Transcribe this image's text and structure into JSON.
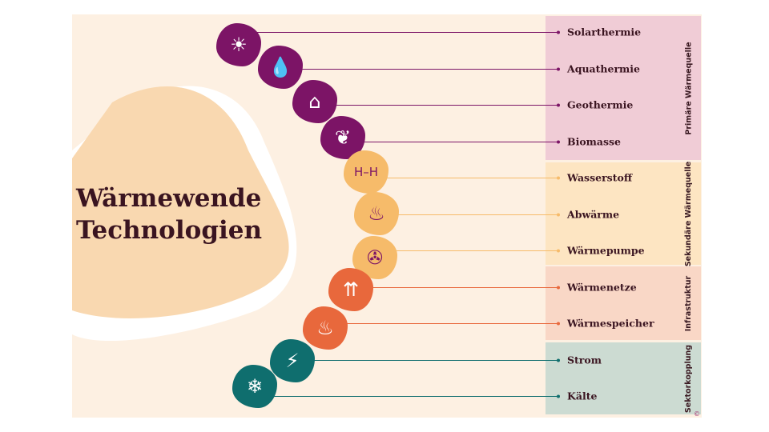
{
  "title": [
    "Wärmewende",
    "Technologien"
  ],
  "colors": {
    "primary": "#7c1466",
    "secondary": "#f6bb6a",
    "infra": "#e8683c",
    "sector": "#0f6e6e"
  },
  "categories": [
    {
      "label": "Primäre Wärmequelle",
      "bg": "#f0ccd6"
    },
    {
      "label": "Sekundäre Wärmequelle",
      "bg": "#fde5c2"
    },
    {
      "label": "Infrastruktur",
      "bg": "#f9d7c6"
    },
    {
      "label": "Sektorkopplung",
      "bg": "#ccdbd2"
    }
  ],
  "items": [
    {
      "label": "Solarthermie",
      "icon": "solar-panel-icon",
      "glyph": "☀"
    },
    {
      "label": "Aquathermie",
      "icon": "water-drop-icon",
      "glyph": "💧"
    },
    {
      "label": "Geothermie",
      "icon": "houses-ground-heat-icon",
      "glyph": "⌂"
    },
    {
      "label": "Biomasse",
      "icon": "plant-icon",
      "glyph": "❦"
    },
    {
      "label": "Wasserstoff",
      "icon": "hydrogen-molecule-icon",
      "glyph": "H–H"
    },
    {
      "label": "Abwärme",
      "icon": "waste-heat-icon",
      "glyph": "♨"
    },
    {
      "label": "Wärmepumpe",
      "icon": "heat-pump-fan-icon",
      "glyph": "✇"
    },
    {
      "label": "Wärmenetze",
      "icon": "heat-network-icon",
      "glyph": "⇈"
    },
    {
      "label": "Wärmespeicher",
      "icon": "heat-storage-icon",
      "glyph": "♨"
    },
    {
      "label": "Strom",
      "icon": "lightning-icon",
      "glyph": "⚡"
    },
    {
      "label": "Kälte",
      "icon": "snowflake-icon",
      "glyph": "❄"
    }
  ],
  "copyright": "©"
}
